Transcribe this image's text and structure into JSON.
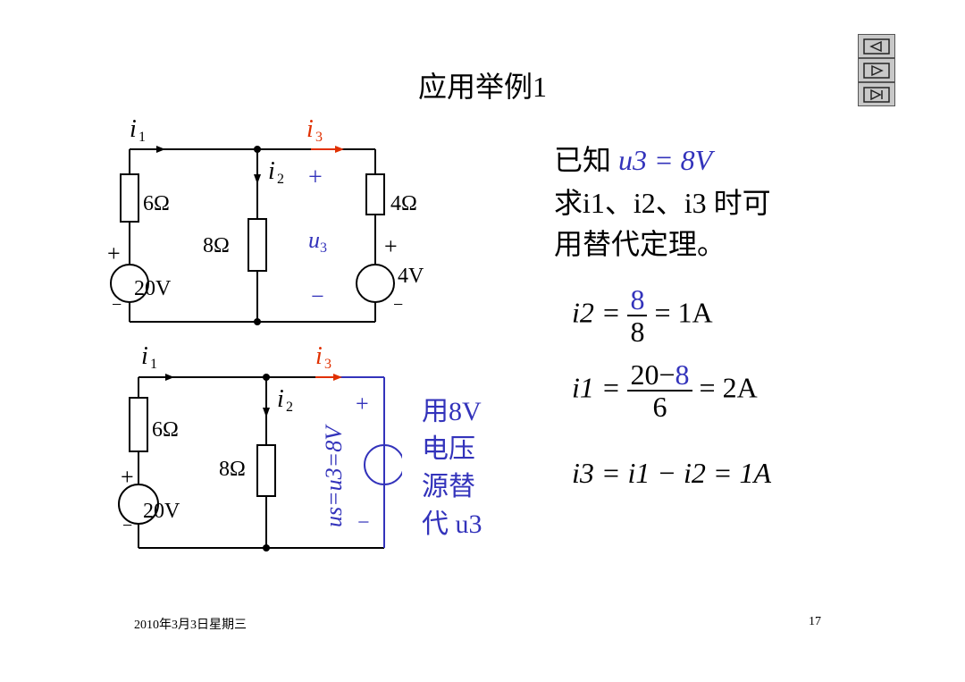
{
  "slide": {
    "title": "应用举例1",
    "date": "2010年3月3日星期三",
    "page_number": "17"
  },
  "nav": {
    "prev_icon": "prev-slide-icon",
    "next_icon": "next-slide-icon",
    "last_icon": "last-slide-icon"
  },
  "circuit_top": {
    "i1": "i",
    "i1_sub": "1",
    "i2": "i",
    "i2_sub": "2",
    "i3": "i",
    "i3_sub": "3",
    "r1": "6Ω",
    "r2": "8Ω",
    "r3": "4Ω",
    "v1": "20V",
    "v2": "4V",
    "plus": "+",
    "minus": "−",
    "u3": "u",
    "u3_sub": "3"
  },
  "circuit_bottom": {
    "r1": "6Ω",
    "r2": "8Ω",
    "v1": "20V",
    "source_label": "us=u3=8V",
    "note_line1": "用8V",
    "note_line2": "电压",
    "note_line3": "源替",
    "note_line4": "代 u3"
  },
  "text": {
    "known_prefix": "已知",
    "known_value": "u3 = 8V",
    "line2": "求i1、i2、i3 时可",
    "line3": "用替代定理。",
    "eq1_lhs": "i2 =",
    "eq1_num": "8",
    "eq1_den": "8",
    "eq1_rhs": "= 1A",
    "eq2_lhs": "i1 =",
    "eq2_num_a": "20−",
    "eq2_num_b": "8",
    "eq2_den": "6",
    "eq2_rhs": "= 2A",
    "eq3": "i3 = i1 − i2 = 1A"
  },
  "colors": {
    "blue": "#3333bb",
    "red": "#e03000"
  }
}
